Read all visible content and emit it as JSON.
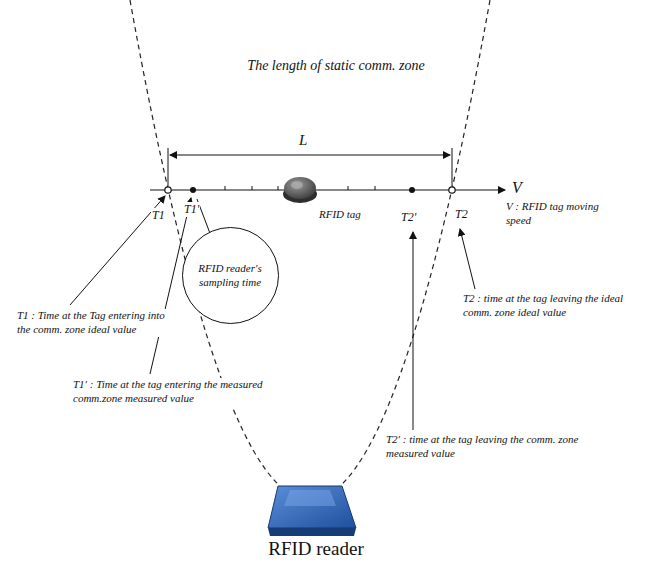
{
  "diagram": {
    "nodes": [
      {
        "text": [
          "RFID reader's sampling time"
        ]
      }
    ],
    "labels": [
      "The length of static comm. zone",
      "L",
      "V",
      "T1",
      "T1'",
      "RFID tag",
      "T2'",
      "T2",
      "V : RFID tag moving speed",
      "T1 : Time at the Tag entering into the comm. zone ideal value",
      "T1' : Time at the tag entering the measured comm.zone measured value",
      "T2 : time at the tag leaving the ideal comm. zone ideal value",
      "T2' : time at the tag leaving the comm. zone measured value",
      "RFID reader"
    ]
  }
}
